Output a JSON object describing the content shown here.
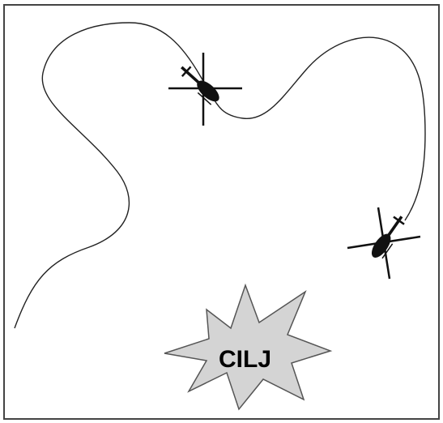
{
  "target": {
    "label": "CILJ",
    "fill_color": "#d4d4d4",
    "stroke_color": "#555555"
  },
  "helicopters": [
    {
      "name": "helicopter-1",
      "icon": "helicopter-icon",
      "color": "#111111"
    },
    {
      "name": "helicopter-2",
      "icon": "helicopter-icon",
      "color": "#111111"
    }
  ],
  "flight_path": {
    "color": "#222222"
  },
  "frame": {
    "border_color": "#444444"
  }
}
